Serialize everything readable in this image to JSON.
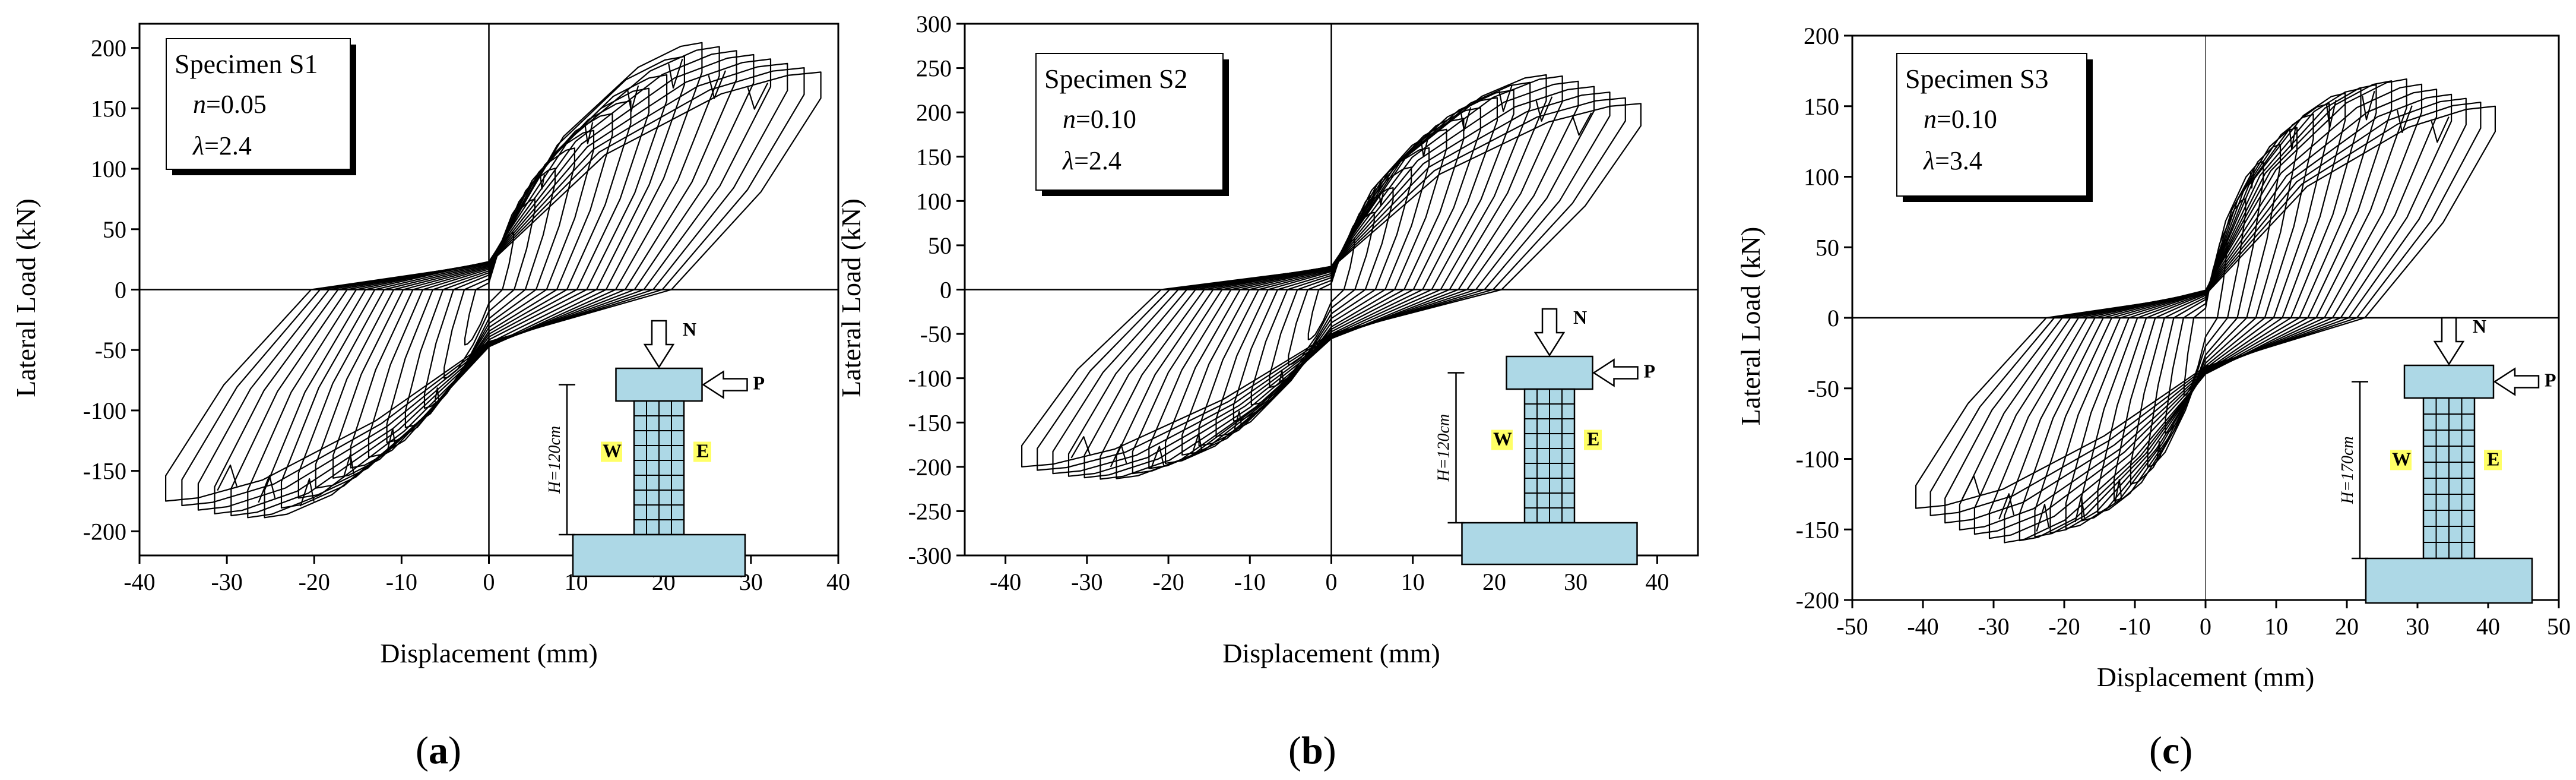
{
  "chart_data": [
    {
      "type": "line",
      "panel_label": "a",
      "xlabel": "Displacement (mm)",
      "ylabel": "Lateral Load (kN)",
      "xlim": [
        -40,
        40
      ],
      "ylim": [
        -220,
        220
      ],
      "xticks": [
        -40,
        -30,
        -20,
        -10,
        0,
        10,
        20,
        30,
        40
      ],
      "yticks": [
        -200,
        -150,
        -100,
        -50,
        0,
        50,
        100,
        150,
        200
      ],
      "grid": false,
      "curve": "hysteresis",
      "envelope": {
        "positive": [
          [
            0,
            0
          ],
          [
            3,
            50
          ],
          [
            8,
            105
          ],
          [
            14,
            145
          ],
          [
            20,
            175
          ],
          [
            24,
            205
          ],
          [
            30,
            195
          ],
          [
            38,
            180
          ]
        ],
        "negative": [
          [
            0,
            0
          ],
          [
            -3,
            -50
          ],
          [
            -8,
            -105
          ],
          [
            -14,
            -140
          ],
          [
            -20,
            -165
          ],
          [
            -26,
            -190
          ],
          [
            -32,
            -185
          ],
          [
            -37,
            -175
          ]
        ]
      },
      "annotation": {
        "title": "Specimen S1",
        "lines": [
          {
            "sym": "n",
            "val": "=0.05"
          },
          {
            "sym": "λ",
            "val": "=2.4"
          }
        ]
      },
      "schematic": {
        "N": "N",
        "P": "P",
        "W": "W",
        "E": "E",
        "H": "H=120cm"
      }
    },
    {
      "type": "line",
      "panel_label": "b",
      "xlabel": "Displacement (mm)",
      "ylabel": "Lateral Load (kN)",
      "xlim": [
        -45,
        45
      ],
      "ylim": [
        -300,
        300
      ],
      "xticks": [
        -40,
        -30,
        -20,
        -10,
        0,
        10,
        20,
        30,
        40
      ],
      "yticks": [
        -300,
        -250,
        -200,
        -150,
        -100,
        -50,
        0,
        50,
        100,
        150,
        200,
        250,
        300
      ],
      "grid": false,
      "curve": "hysteresis",
      "envelope": {
        "positive": [
          [
            0,
            0
          ],
          [
            3,
            60
          ],
          [
            8,
            120
          ],
          [
            14,
            180
          ],
          [
            20,
            215
          ],
          [
            27,
            245
          ],
          [
            32,
            230
          ],
          [
            38,
            210
          ]
        ],
        "negative": [
          [
            0,
            0
          ],
          [
            -3,
            -60
          ],
          [
            -8,
            -115
          ],
          [
            -14,
            -165
          ],
          [
            -20,
            -195
          ],
          [
            -27,
            -215
          ],
          [
            -33,
            -210
          ],
          [
            -38,
            -200
          ]
        ]
      },
      "annotation": {
        "title": "Specimen S2",
        "lines": [
          {
            "sym": "n",
            "val": "=0.10"
          },
          {
            "sym": "λ",
            "val": "=2.4"
          }
        ]
      },
      "schematic": {
        "N": "N",
        "P": "P",
        "W": "W",
        "E": "E",
        "H": "H=120cm"
      }
    },
    {
      "type": "line",
      "panel_label": "c",
      "xlabel": "Displacement (mm)",
      "ylabel": "Lateral Load (kN)",
      "xlim": [
        -50,
        50
      ],
      "ylim": [
        -200,
        200
      ],
      "xticks": [
        -50,
        -40,
        -30,
        -20,
        -10,
        0,
        10,
        20,
        30,
        40,
        50
      ],
      "yticks": [
        -200,
        -150,
        -100,
        -50,
        0,
        50,
        100,
        150,
        200
      ],
      "grid": false,
      "curve": "hysteresis",
      "envelope": {
        "positive": [
          [
            0,
            0
          ],
          [
            3,
            55
          ],
          [
            8,
            110
          ],
          [
            14,
            140
          ],
          [
            20,
            160
          ],
          [
            28,
            170
          ],
          [
            35,
            158
          ],
          [
            41,
            150
          ]
        ],
        "negative": [
          [
            0,
            0
          ],
          [
            -3,
            -55
          ],
          [
            -8,
            -105
          ],
          [
            -14,
            -135
          ],
          [
            -20,
            -150
          ],
          [
            -28,
            -160
          ],
          [
            -35,
            -150
          ],
          [
            -41,
            -135
          ]
        ]
      },
      "annotation": {
        "title": "Specimen S3",
        "lines": [
          {
            "sym": "n",
            "val": "=0.10"
          },
          {
            "sym": "λ",
            "val": "=3.4"
          }
        ]
      },
      "schematic": {
        "N": "N",
        "P": "P",
        "W": "W",
        "E": "E",
        "H": "H=170cm"
      }
    }
  ]
}
